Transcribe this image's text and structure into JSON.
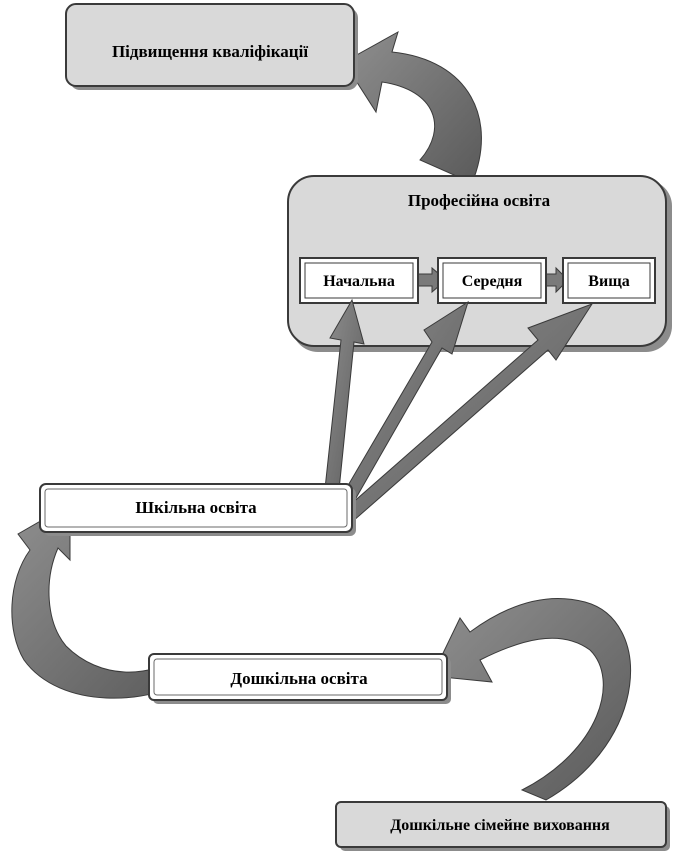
{
  "diagram": {
    "nodes": {
      "qualification": "Підвищення кваліфікації",
      "professional": "Професійна освіта",
      "initial": "Начальна",
      "secondary": "Середня",
      "higher": "Вища",
      "school": "Шкільна освіта",
      "preschool": "Дошкільна освіта",
      "family": "Дошкільне сімейне виховання"
    },
    "colors": {
      "box_gray": "#d9d9d9",
      "box_white": "#ffffff",
      "border": "#3a3a3a",
      "shadow": "#8c8c8c",
      "arrow": "#6e6e6e"
    }
  }
}
